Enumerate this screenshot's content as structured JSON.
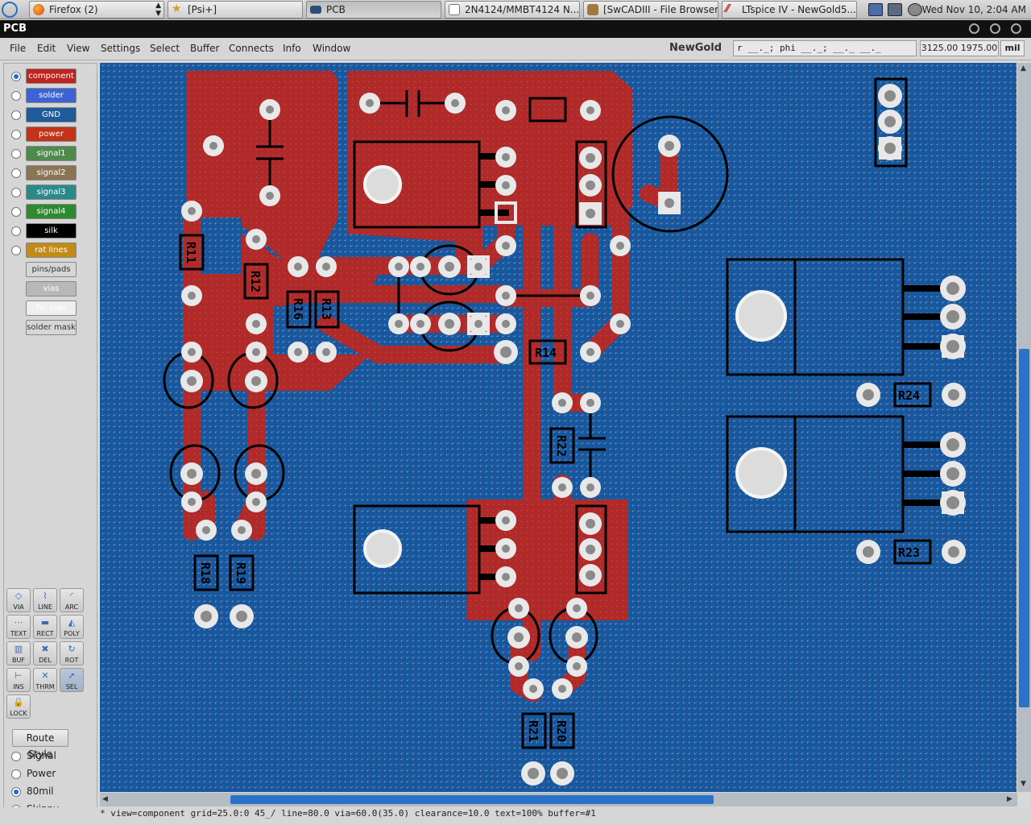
{
  "taskbar": {
    "tasks": [
      {
        "label": "Firefox (2)",
        "icon": "firefox-icon"
      },
      {
        "label": "[Psi+]",
        "icon": "star-icon"
      },
      {
        "label": "PCB",
        "icon": "pcb-icon"
      },
      {
        "label": "2N4124/MMBT4124 N...",
        "icon": "document-icon"
      },
      {
        "label": "[SwCADIII - File Browser]",
        "icon": "folder-icon"
      },
      {
        "label": "LTspice IV - NewGold5...",
        "icon": "ltspice-icon"
      }
    ],
    "clock": "Wed Nov 10, 2:04 AM"
  },
  "window": {
    "title": "PCB"
  },
  "menubar": {
    "items": [
      "File",
      "Edit",
      "View",
      "Settings",
      "Select",
      "Buffer",
      "Connects",
      "Info",
      "Window"
    ],
    "document_name": "NewGold",
    "crosshair_info": "r __._; phi __._; __._ __._",
    "coordinates": "3125.00 1975.00",
    "units": "mil"
  },
  "layers": [
    {
      "label": "component",
      "color": "#c0231d",
      "selected": true
    },
    {
      "label": "solder",
      "color": "#3c63d4",
      "selected": false
    },
    {
      "label": "GND",
      "color": "#1f5b9a",
      "selected": false
    },
    {
      "label": "power",
      "color": "#c3331a",
      "selected": false
    },
    {
      "label": "signal1",
      "color": "#4f8a4d",
      "selected": false
    },
    {
      "label": "signal2",
      "color": "#8a7456",
      "selected": false
    },
    {
      "label": "signal3",
      "color": "#2a8a8a",
      "selected": false
    },
    {
      "label": "signal4",
      "color": "#2e8a2e",
      "selected": false
    },
    {
      "label": "silk",
      "color": "#000000",
      "selected": false
    },
    {
      "label": "rat lines",
      "color": "#c38a16",
      "selected": false
    }
  ],
  "toggles": [
    "pins/pads",
    "vias",
    "far side",
    "solder mask"
  ],
  "tools": [
    {
      "label": "VIA",
      "icon": "via-icon"
    },
    {
      "label": "LINE",
      "icon": "line-icon"
    },
    {
      "label": "ARC",
      "icon": "arc-icon"
    },
    {
      "label": "TEXT",
      "icon": "text-icon"
    },
    {
      "label": "RECT",
      "icon": "rect-icon"
    },
    {
      "label": "POLY",
      "icon": "poly-icon"
    },
    {
      "label": "BUF",
      "icon": "buffer-icon"
    },
    {
      "label": "DEL",
      "icon": "delete-icon"
    },
    {
      "label": "ROT",
      "icon": "rotate-icon"
    },
    {
      "label": "INS",
      "icon": "insert-icon"
    },
    {
      "label": "THRM",
      "icon": "thermal-icon"
    },
    {
      "label": "SEL",
      "icon": "select-icon"
    },
    {
      "label": "LOCK",
      "icon": "lock-icon"
    }
  ],
  "route_style": {
    "button": "Route Style",
    "options": [
      {
        "label": "Signal",
        "selected": false
      },
      {
        "label": "Power",
        "selected": false
      },
      {
        "label": "80mil",
        "selected": true
      },
      {
        "label": "Skinny",
        "selected": false
      }
    ]
  },
  "board": {
    "refdes": [
      "R11",
      "R12",
      "R16",
      "R13",
      "R14",
      "R22",
      "R24",
      "R23",
      "R18",
      "R19",
      "R21",
      "R20"
    ]
  },
  "statusbar": {
    "text": "*  view=component  grid=25.0:0  45_/   line=80.0  via=60.0(35.0)  clearance=10.0  text=100%  buffer=#1"
  },
  "colors": {
    "board": "#16579d",
    "copper": "#b12a2a",
    "pad": "#d4d4d4",
    "silk": "#000000"
  }
}
